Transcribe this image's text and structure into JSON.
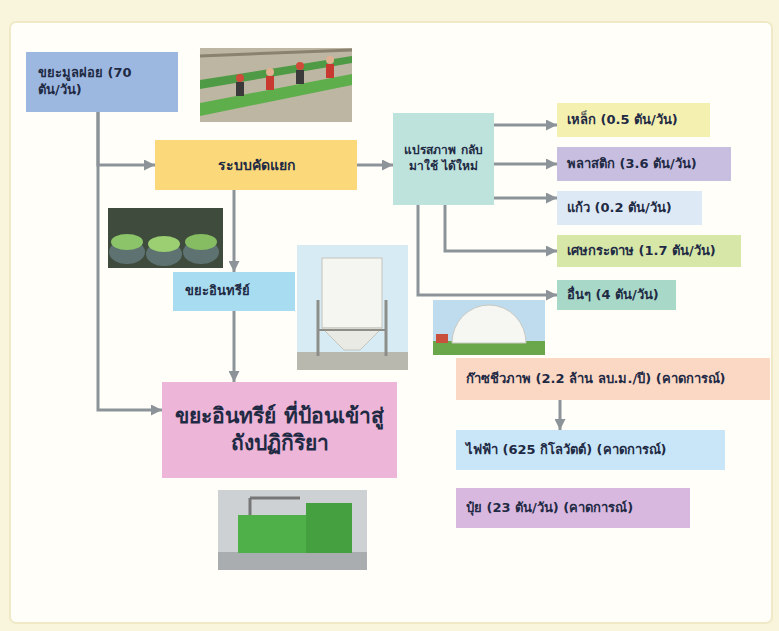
{
  "diagram": {
    "nodes": [
      {
        "text": [
          "ขยะมูลฝอย (70 ตัน/วัน)"
        ]
      },
      {
        "text": [
          "ระบบคัดแยก"
        ]
      },
      {
        "text": [
          "แปรสภาพ กลับมาใช้ ได้ใหม่"
        ]
      },
      {
        "text": [
          "เหล็ก (0.5 ตัน/วัน)"
        ]
      },
      {
        "text": [
          "พลาสติก (3.6 ตัน/วัน)"
        ]
      },
      {
        "text": [
          "แก้ว (0.2 ตัน/วัน)"
        ]
      },
      {
        "text": [
          "เศษกระดาษ (1.7 ตัน/วัน)"
        ]
      },
      {
        "text": [
          "อื่นๆ (4 ตัน/วัน)"
        ]
      },
      {
        "text": [
          "ขยะอินทรีย์"
        ]
      },
      {
        "text": [
          "ขยะอินทรีย์ ที่ป้อนเข้าสู่ถังปฏิกิริยา"
        ]
      },
      {
        "text": [
          "ก๊าซชีวภาพ (2.2 ล้าน ลบ.ม./ปี) (คาดการณ์)"
        ]
      },
      {
        "text": [
          "ไฟฟ้า (625 กิโลวัตต์) (คาดการณ์)"
        ]
      },
      {
        "text": [
          "ปุ๋ย (23 ตัน/วัน) (คาดการณ์)"
        ]
      }
    ],
    "edges": [
      {
        "from": 0,
        "to": 1,
        "arrow": "to"
      },
      {
        "from": 0,
        "to": 9,
        "arrow": "to"
      },
      {
        "from": 1,
        "to": 2,
        "arrow": "to"
      },
      {
        "from": 1,
        "to": 8,
        "arrow": "to"
      },
      {
        "from": 8,
        "to": 9,
        "arrow": "to"
      },
      {
        "from": 2,
        "to": 3,
        "arrow": "to"
      },
      {
        "from": 2,
        "to": 4,
        "arrow": "to"
      },
      {
        "from": 2,
        "to": 5,
        "arrow": "to"
      },
      {
        "from": 2,
        "to": 6,
        "arrow": "to"
      },
      {
        "from": 2,
        "to": 7,
        "arrow": "to"
      },
      {
        "from": 10,
        "to": 11,
        "arrow": "to"
      }
    ]
  }
}
